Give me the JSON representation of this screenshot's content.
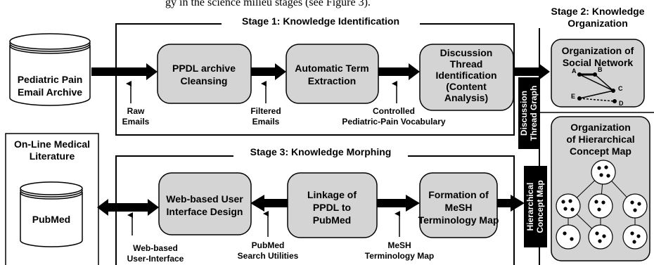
{
  "top_text": "gy in the science milieu stages (see Figure 3).",
  "stages": {
    "stage1_title": "Stage 1: Knowledge Identification",
    "stage2_title_line1": "Stage 2: Knowledge",
    "stage2_title_line2": "Organization",
    "stage3_title": "Stage 3: Knowledge Morphing"
  },
  "archive": {
    "line1": "Pediatric Pain",
    "line2": "Email Archive"
  },
  "literature": {
    "line1": "On-Line Medical",
    "line2": "Literature",
    "db_label": "PubMed"
  },
  "process_boxes": {
    "ppdl_cleansing": {
      "line1": "PPDL archive",
      "line2": "Cleansing"
    },
    "term_extraction": {
      "line1": "Automatic Term",
      "line2": "Extraction"
    },
    "thread_identification": {
      "line1": "Discussion",
      "line2": "Thread",
      "line3": "Identification",
      "line4": "(Content",
      "line5": "Analysis)"
    },
    "web_ui_design": {
      "line1": "Web-based User",
      "line2": "Interface Design"
    },
    "linkage": {
      "line1": "Linkage of",
      "line2": "PPDL to",
      "line3": "PubMed"
    },
    "mesh_formation": {
      "line1": "Formation of",
      "line2": "MeSH",
      "line3": "Terminology Map"
    }
  },
  "inputs": {
    "raw_emails": {
      "line1": "Raw",
      "line2": "Emails"
    },
    "filtered_emails": {
      "line1": "Filtered",
      "line2": "Emails"
    },
    "controlled_vocab": {
      "line1": "Controlled",
      "line2": "Pediatric-Pain Vocabulary"
    },
    "web_ui": {
      "line1": "Web-based",
      "line2": "User-Interface"
    },
    "pubmed_search": {
      "line1": "PubMed",
      "line2": "Search Utilities"
    },
    "mesh_map": {
      "line1": "MeSH",
      "line2": "Terminology Map"
    }
  },
  "vertical_labels": {
    "discussion_thread": {
      "line1": "Discussion",
      "line2": "Thread Graph"
    },
    "hierarchical_map": {
      "line1": "Hierarchical",
      "line2": "Concept Map"
    }
  },
  "organization": {
    "social_network": {
      "line1": "Organization of",
      "line2": "Social Network"
    },
    "concept_map": {
      "line1": "Organization",
      "line2": "of Hierarchical",
      "line3": "Concept Map"
    },
    "nodes": [
      "A",
      "B",
      "C",
      "D",
      "E"
    ]
  }
}
